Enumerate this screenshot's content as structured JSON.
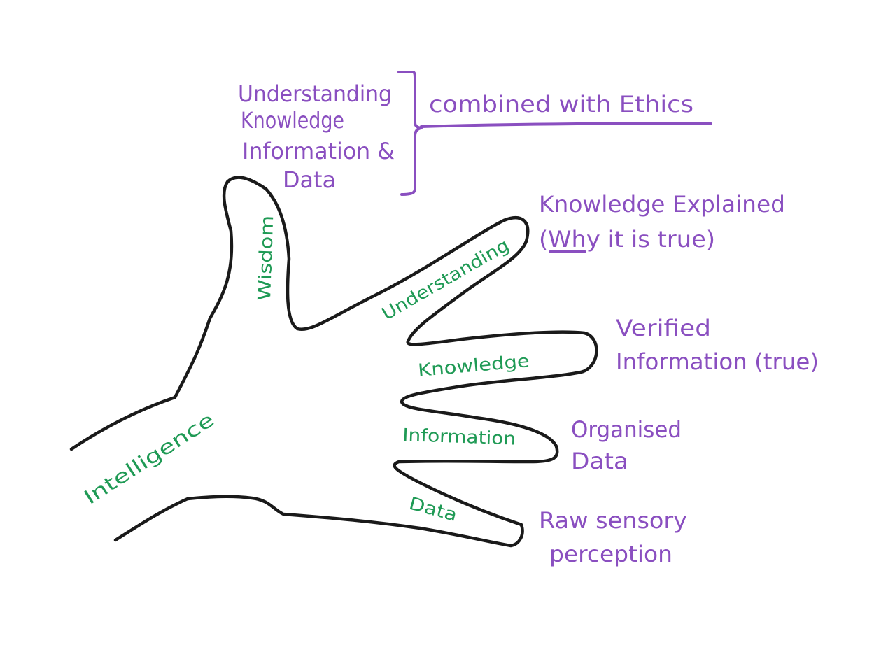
{
  "diagram": {
    "title": "Intelligence hand: Data, Information, Knowledge, Understanding, Wisdom",
    "colors": {
      "annotation": "#8a4fc0",
      "finger_label": "#1f9a55",
      "outline": "#1a1a1a"
    },
    "bracket_group": {
      "lines": [
        "Understanding",
        "Knowledge",
        "Information &",
        "Data"
      ],
      "label": "combined with Ethics"
    },
    "palm_label": "Intelligence",
    "fingers": [
      {
        "label": "Wisdom"
      },
      {
        "label": "Understanding",
        "annotation": [
          "Knowledge Explained",
          "(Why it is true)"
        ],
        "emphasis": "Why"
      },
      {
        "label": "Knowledge",
        "annotation": [
          "Verified",
          "Information (true)"
        ]
      },
      {
        "label": "Information",
        "annotation": [
          "Organised",
          "Data"
        ]
      },
      {
        "label": "Data",
        "annotation": [
          "Raw sensory",
          "perception"
        ]
      }
    ]
  }
}
